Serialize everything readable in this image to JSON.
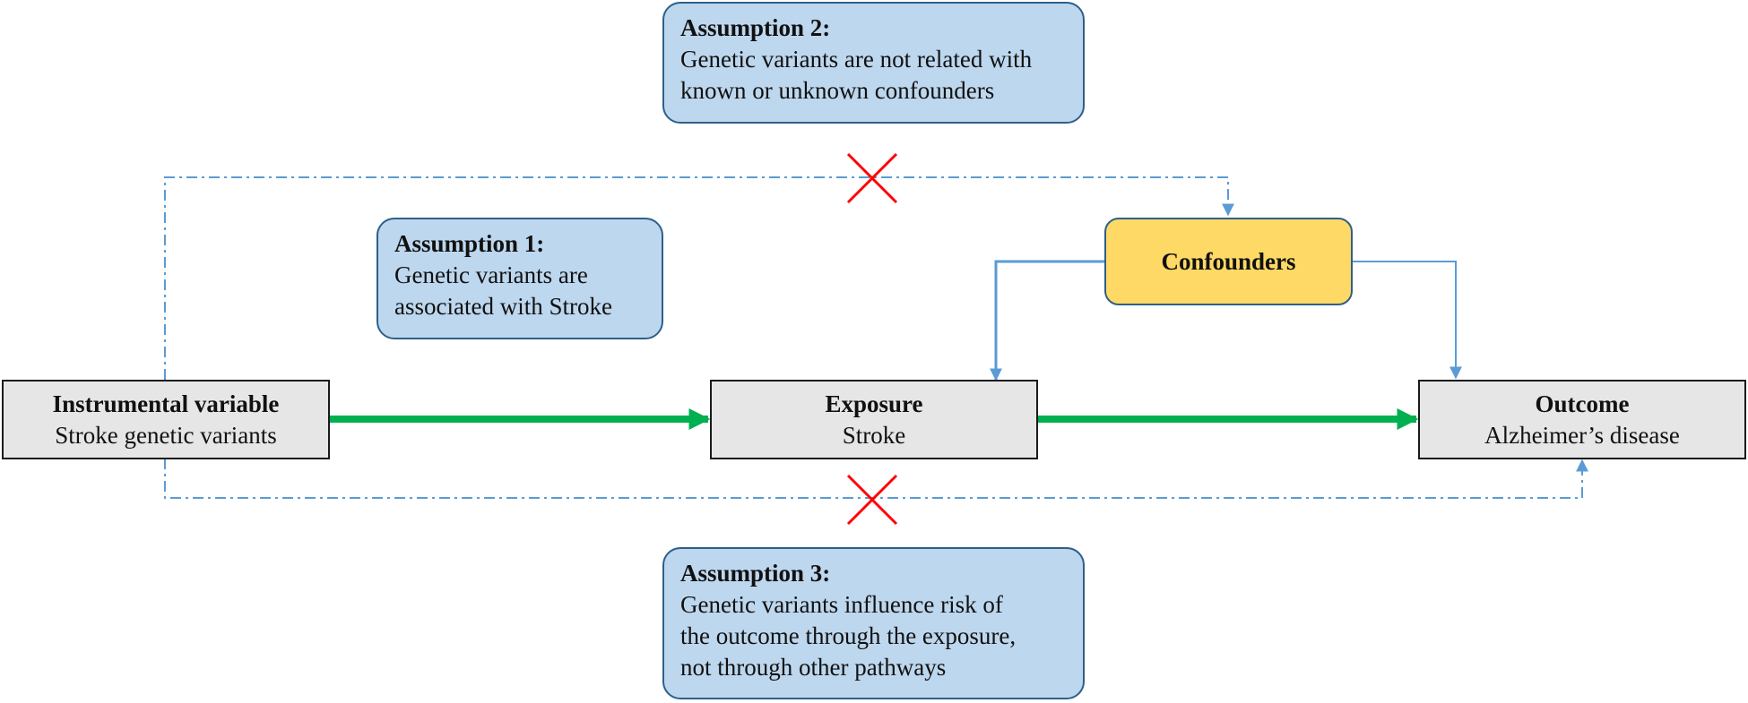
{
  "nodes": {
    "instrument": {
      "title": "Instrumental variable",
      "subtitle": "Stroke genetic variants"
    },
    "exposure": {
      "title": "Exposure",
      "subtitle": "Stroke"
    },
    "outcome": {
      "title": "Outcome",
      "subtitle": "Alzheimer’s disease"
    },
    "confounders": {
      "title": "Confounders"
    }
  },
  "assumptions": {
    "a1": {
      "title": "Assumption 1:",
      "lines": [
        "Genetic variants are",
        "associated with Stroke"
      ]
    },
    "a2": {
      "title": "Assumption 2:",
      "lines": [
        "Genetic variants are not related with",
        "known or unknown confounders"
      ]
    },
    "a3": {
      "title": "Assumption 3:",
      "lines": [
        "Genetic variants influence risk of",
        "the outcome through the exposure,",
        "not through other pathways"
      ]
    }
  },
  "colors": {
    "causal_arrow": "#00b050",
    "confounder_line": "#5b9bd5",
    "violation_cross": "#ff0000",
    "box_fill": "#e6e6e6",
    "assumption_fill": "#bdd7ee",
    "confounder_fill": "#ffd966"
  }
}
